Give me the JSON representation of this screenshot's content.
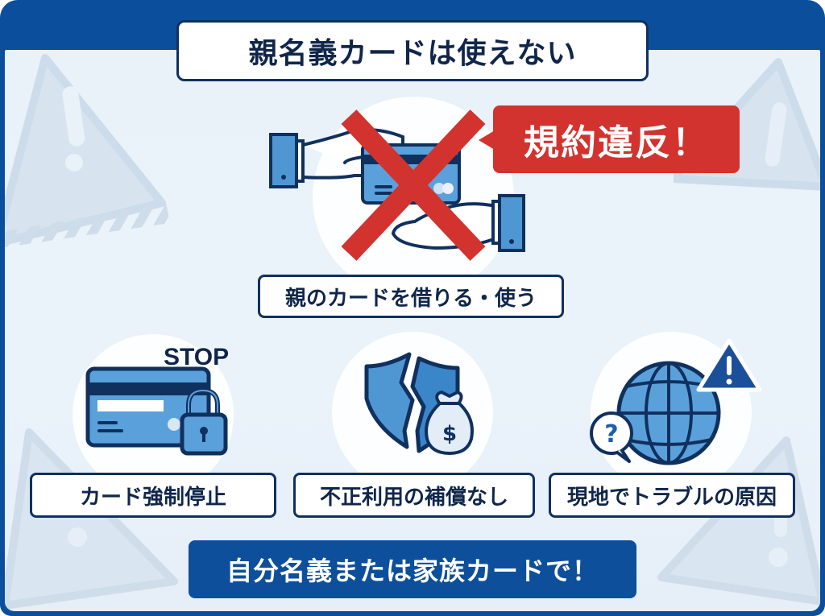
{
  "title": "親名義カードは使えない",
  "main": {
    "violation_badge": "規約違反！",
    "scenario_label": "親のカードを借りる・使う",
    "prohibited_icon": "red-x-icon",
    "illustration_icon": "hand-passing-card-icon"
  },
  "consequences": [
    {
      "label": "カード強制停止",
      "icon": "card-lock-icon",
      "badge": "STOP"
    },
    {
      "label": "不正利用の補償なし",
      "icon": "broken-shield-money-bag-icon"
    },
    {
      "label": "現地でトラブルの原因",
      "icon": "globe-warning-question-icon"
    }
  ],
  "cta": {
    "label": "自分名義または家族カードで！"
  },
  "colors": {
    "frame_blue": "#0b4f9c",
    "background": "#e9f1f9",
    "navy": "#10305e",
    "accent_blue": "#4f97d3",
    "alert_red": "#d2332e",
    "white": "#ffffff"
  }
}
